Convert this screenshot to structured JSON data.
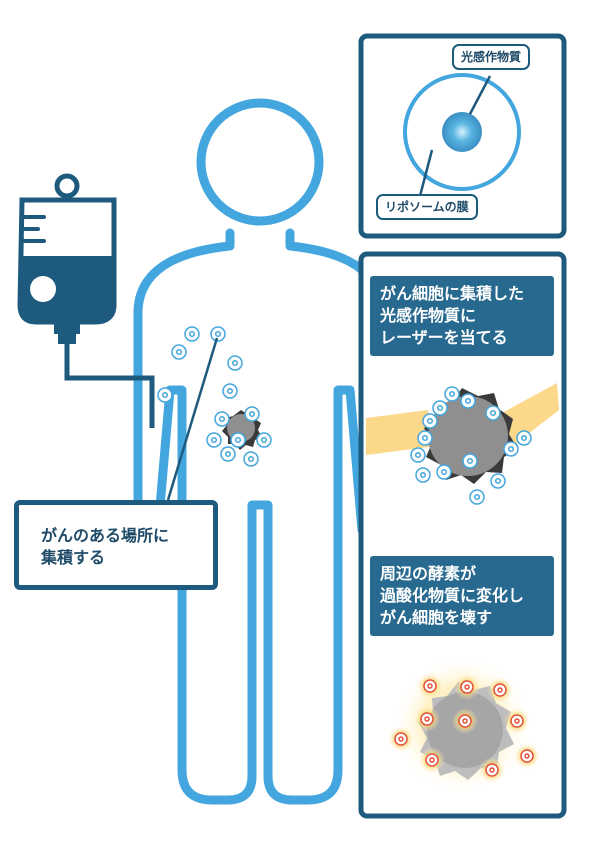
{
  "callout": {
    "lines": [
      "がんのある場所に",
      "集積する"
    ]
  },
  "liposome_panel": {
    "photosensitizer_label": "光感作物質",
    "membrane_label": "リポソームの膜"
  },
  "step1": {
    "lines": [
      "がん細胞に集積した",
      "光感作物質に",
      "レーザーを当てる"
    ]
  },
  "step2": {
    "lines": [
      "周辺の酵素が",
      "過酸化物質に変化し",
      "がん細胞を壊す"
    ]
  },
  "colors": {
    "body_outline": "#44a6de",
    "dark_navy": "#1e5a7e",
    "banner": "#286a8f",
    "laser": "#fbd88a",
    "cell_gray": "#8f8f8f",
    "glow": "#f7c04a"
  }
}
